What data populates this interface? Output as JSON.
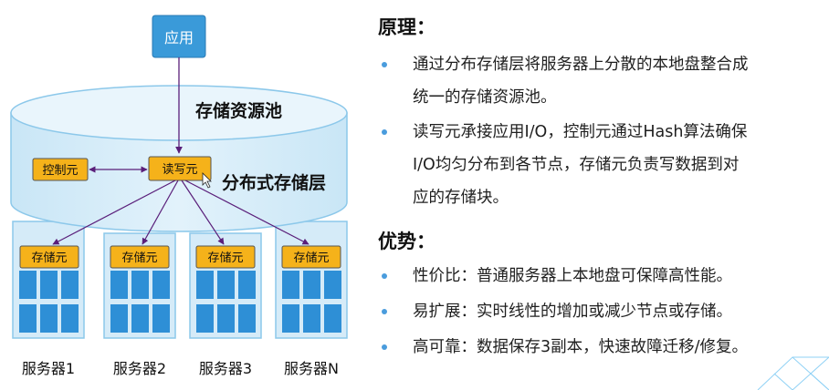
{
  "diagram": {
    "app_label": "应用",
    "pool_label": "存储资源池",
    "control_label": "控制元",
    "readwrite_label": "读写元",
    "layer_label": "分布式存储层",
    "storage_element_label": "存储元",
    "servers": [
      "服务器1",
      "服务器2",
      "服务器3",
      "服务器N"
    ]
  },
  "principle": {
    "heading": "原理：",
    "items": [
      {
        "lines": [
          "通过分布存储层将服务器上分散的本地盘整合成",
          "统一的存储资源池。"
        ]
      },
      {
        "lines": [
          "读写元承接应用I/O，控制元通过Hash算法确保",
          "I/O均匀分布到各节点，存储元负责写数据到对",
          "应的存储块。"
        ]
      }
    ]
  },
  "advantages": {
    "heading": "优势：",
    "items": [
      "性价比：普通服务器上本地盘可保障高性能。",
      "易扩展：实时线性的增加或减少节点或存储。",
      "高可靠：数据保存3副本，快速故障迁移/修复。"
    ]
  },
  "colors": {
    "app_box": "#3a9ad9",
    "cylinder_fill": "#d6ecf8",
    "cylinder_stroke": "#8cc8ea",
    "element_fill": "#f5b21a",
    "server_fill": "#d5ebf8",
    "block_fill": "#2e8fd6",
    "arrow": "#5a1f7a",
    "bullet": "#4a9cdd"
  }
}
